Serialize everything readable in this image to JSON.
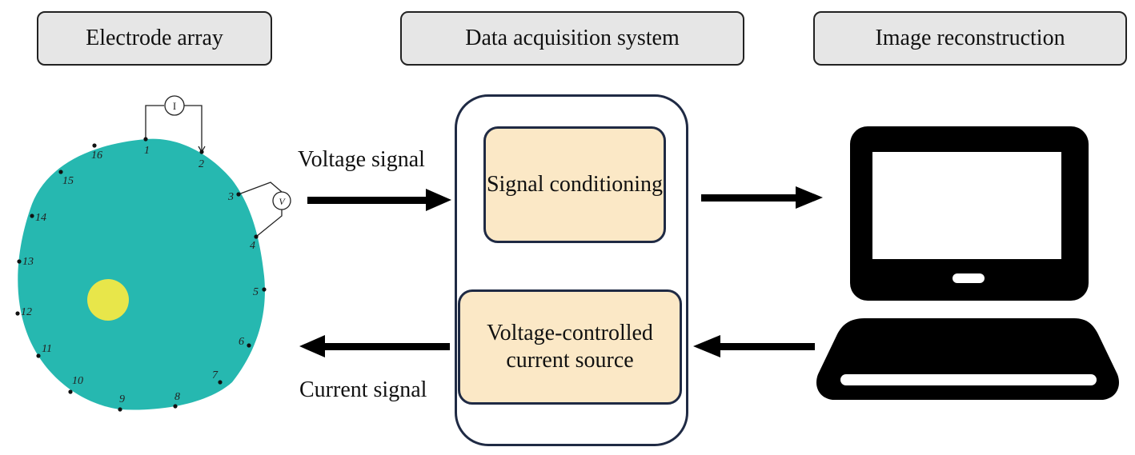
{
  "headers": {
    "electrode_array": "Electrode array",
    "daq": "Data acquisition system",
    "recon": "Image reconstruction"
  },
  "arrows": {
    "voltage_label": "Voltage signal",
    "current_label": "Current signal"
  },
  "modules": {
    "signal_conditioning": "Signal conditioning",
    "vccs": "Voltage-controlled current source"
  },
  "electrode_array": {
    "electrodes": [
      "1",
      "2",
      "3",
      "4",
      "5",
      "6",
      "7",
      "8",
      "9",
      "10",
      "11",
      "12",
      "13",
      "14",
      "15",
      "16"
    ],
    "current_meter_symbol": "I",
    "voltage_meter_symbol": "V",
    "colors": {
      "body": "#26b8b0",
      "inclusion": "#e8e64a"
    }
  },
  "icons": {
    "computer": "laptop-icon"
  }
}
